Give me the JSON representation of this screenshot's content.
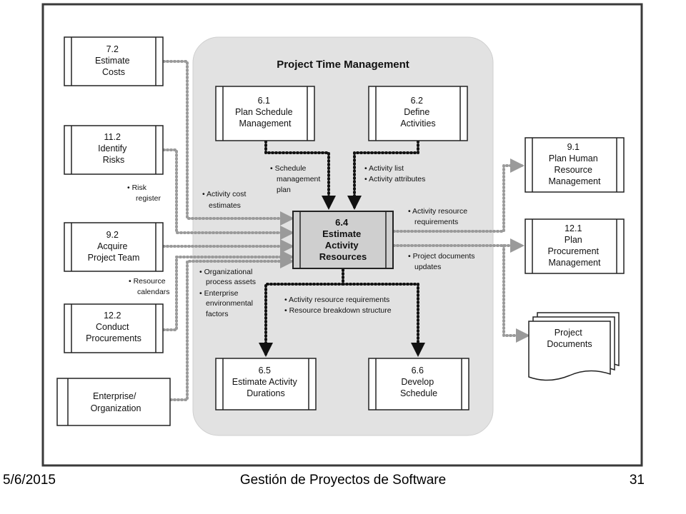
{
  "diagram": {
    "group_title": "Project Time Management",
    "nodes": {
      "n72": [
        "7.2",
        "Estimate",
        "Costs"
      ],
      "n112": [
        "11.2",
        "Identify",
        "Risks"
      ],
      "n92": [
        "9.2",
        "Acquire",
        "Project Team"
      ],
      "n122": [
        "12.2",
        "Conduct",
        "Procurements"
      ],
      "ent": [
        "Enterprise/",
        "Organization"
      ],
      "n61": [
        "6.1",
        "Plan Schedule",
        "Management"
      ],
      "n62": [
        "6.2",
        "Define",
        "Activities"
      ],
      "n64": [
        "6.4",
        "Estimate",
        "Activity",
        "Resources"
      ],
      "n65": [
        "6.5",
        "Estimate Activity",
        "Durations"
      ],
      "n66": [
        "6.6",
        "Develop",
        "Schedule"
      ],
      "n91": [
        "9.1",
        "Plan Human",
        "Resource",
        "Management"
      ],
      "n121": [
        "12.1",
        "Plan",
        "Procurement",
        "Management"
      ],
      "docs": [
        "Project",
        "Documents"
      ]
    },
    "labels": {
      "risk": [
        "• Risk",
        "register"
      ],
      "cost": [
        "• Activity cost",
        "estimates"
      ],
      "rescal": [
        "• Resource",
        "calendars"
      ],
      "org": [
        "• Organizational",
        "process assets",
        "• Enterprise",
        "environmental",
        "factors"
      ],
      "sched": [
        "• Schedule",
        "management",
        "plan"
      ],
      "actlist": [
        "• Activity list",
        "• Activity attributes"
      ],
      "resreq": [
        "• Activity resource",
        "requirements"
      ],
      "docupd": [
        "• Project documents",
        "updates"
      ],
      "bottom": [
        "• Activity resource requirements",
        "• Resource breakdown structure"
      ]
    }
  },
  "footer": {
    "date": "5/6/2015",
    "title": "Gestión de Proyectos de Software",
    "page": "31"
  }
}
